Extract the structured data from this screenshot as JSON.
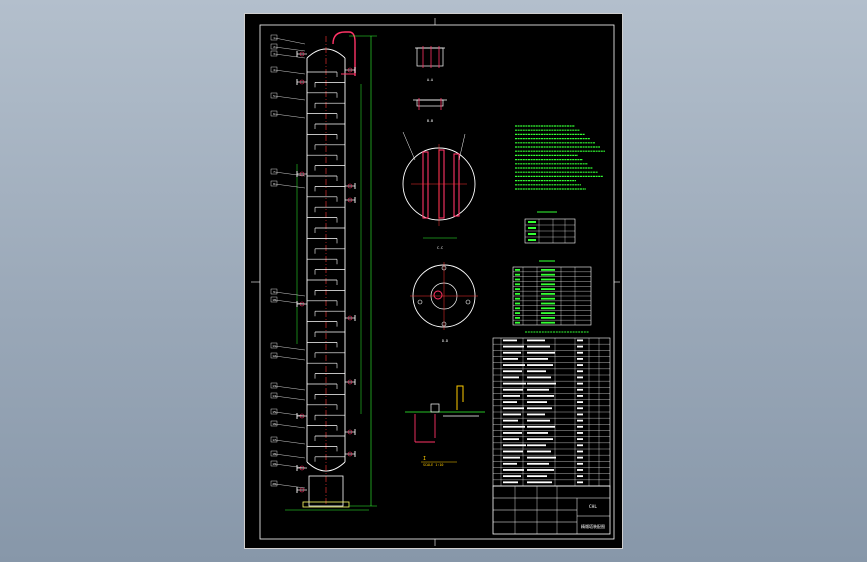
{
  "viewport": {
    "background": "#a3b0bf"
  },
  "sheet": {
    "background": "#000000",
    "colors": {
      "frame": "#ffffff",
      "outline": "#33ff33",
      "shell": "#ffffff",
      "centerline": "#ff3333",
      "dimension": "#33ff33",
      "text": "#ffffff",
      "highlight": "#ff3366",
      "yellow": "#ffcc00"
    }
  },
  "section_labels": {
    "plate_view_1": "A-A",
    "plate_view_2": "B-B",
    "tray_section": "C-C",
    "nozzle_plan": "D-D",
    "detail_title": "I",
    "detail_subtitle": "SCALE 1:10"
  },
  "title_block": {
    "company": "CHL",
    "drawing_name": "精馏塔装配图"
  },
  "callouts": [
    "1",
    "2",
    "3",
    "4",
    "5",
    "6",
    "7",
    "8",
    "9",
    "10",
    "11",
    "12",
    "13",
    "14",
    "15",
    "16",
    "17",
    "18",
    "19",
    "20"
  ]
}
